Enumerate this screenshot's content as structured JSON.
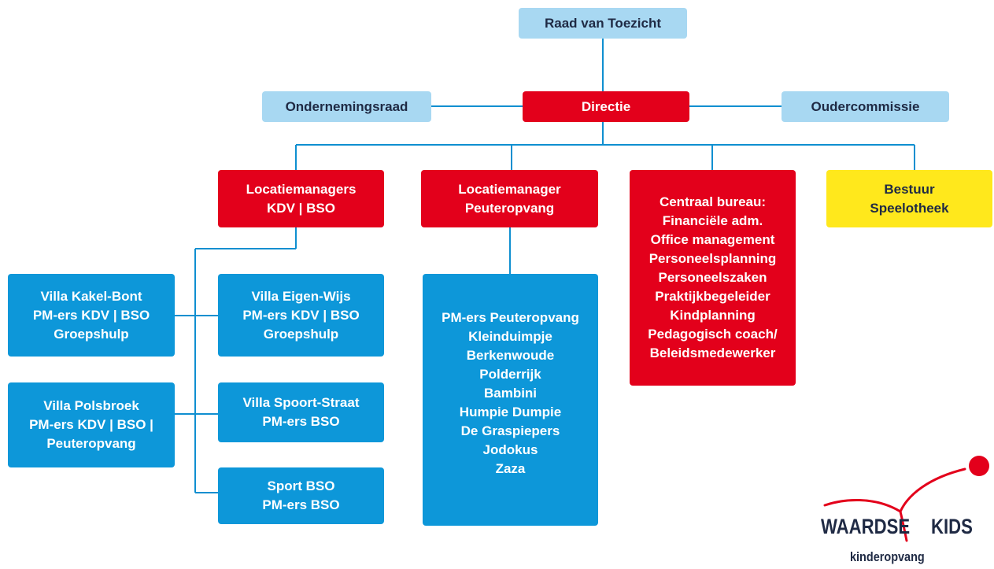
{
  "org": {
    "raad_van_toezicht": "Raad van Toezicht",
    "ondernemingsraad": "Ondernemingsraad",
    "directie": "Directie",
    "oudercommissie": "Oudercommissie",
    "locatiemanagers_kdv_bso": [
      "Locatiemanagers",
      "KDV | BSO"
    ],
    "locatiemanager_peuteropvang": [
      "Locatiemanager",
      "Peuteropvang"
    ],
    "centraal_bureau": [
      "Centraal bureau:",
      "Financiële adm.",
      "Office management",
      "Personeelsplanning",
      "Personeelszaken",
      "Praktijkbegeleider",
      "Kindplanning",
      "Pedagogisch coach/",
      "Beleidsmedewerker"
    ],
    "bestuur_speelotheek": [
      "Bestuur",
      "Speelotheek"
    ],
    "villa_kakel_bont": [
      "Villa Kakel-Bont",
      "PM-ers KDV | BSO",
      "Groepshulp"
    ],
    "villa_eigen_wijs": [
      "Villa Eigen-Wijs",
      "PM-ers KDV | BSO",
      "Groepshulp"
    ],
    "villa_polsbroek": [
      "Villa Polsbroek",
      "PM-ers KDV | BSO |",
      "Peuteropvang"
    ],
    "villa_spoort_straat": [
      "Villa Spoort-Straat",
      "PM-ers BSO"
    ],
    "sport_bso": [
      "Sport BSO",
      "PM-ers BSO"
    ],
    "peuteropvang_locaties": [
      "PM-ers Peuteropvang",
      "Kleinduimpje",
      "Berkenwoude",
      "Polderrijk",
      "Bambini",
      "Humpie Dumpie",
      "De Graspiepers",
      "Jodokus",
      "Zaza"
    ]
  },
  "logo": {
    "word1": "WAARDSE",
    "word2": "KIDS",
    "sub": "kinderopvang"
  },
  "colors": {
    "light_blue": "#a8d8f2",
    "red": "#e3001b",
    "blue": "#0d97d9",
    "yellow": "#ffe81c",
    "line": "#0f8fd0"
  }
}
